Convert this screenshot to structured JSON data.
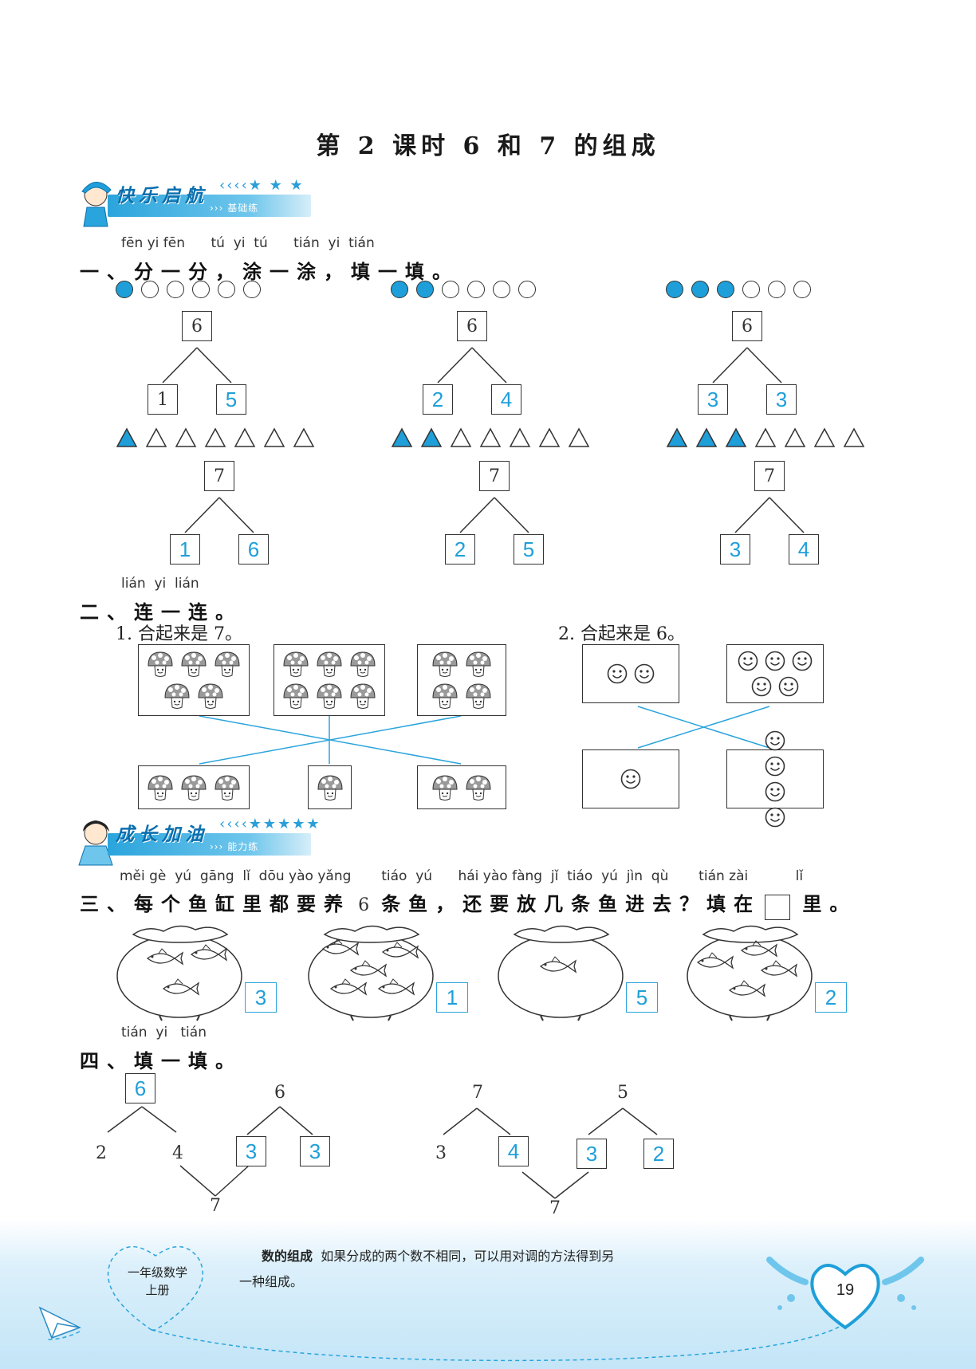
{
  "title": "第 2 课时    6 和 7 的组成",
  "banner1": {
    "title": "快乐启航",
    "stars": "‹‹‹‹★ ★ ★",
    "sub": "››› 基础练"
  },
  "banner2": {
    "title": "成长加油",
    "stars": "‹‹‹‹★★★★★",
    "sub": "››› 能力练"
  },
  "q1": {
    "pinyin": "fēn yi fēn      tú  yi  tú      tián  yi  tián",
    "heading": "一、分一分，涂一涂，填一填。",
    "six": {
      "total": "6",
      "groups": [
        {
          "filled": 1,
          "left": "1",
          "right": "5"
        },
        {
          "filled": 2,
          "left": "2",
          "right": "4"
        },
        {
          "filled": 3,
          "left": "3",
          "right": "3"
        }
      ]
    },
    "seven": {
      "total": "7",
      "groups": [
        {
          "filled": 1,
          "left": "1",
          "right": "6"
        },
        {
          "filled": 2,
          "left": "2",
          "right": "5"
        },
        {
          "filled": 3,
          "left": "3",
          "right": "4"
        }
      ]
    }
  },
  "q2": {
    "pinyin": "lián  yi  lián",
    "heading": "二、连一连。",
    "sub1": "1. 合起来是 7。",
    "sub2": "2. 合起来是 6。",
    "top_mushrooms": [
      5,
      6,
      4
    ],
    "bottom_mushrooms": [
      3,
      1,
      2
    ],
    "top_smileys": [
      2,
      5
    ],
    "bottom_smileys": [
      1,
      4
    ]
  },
  "q3": {
    "pinyin": "měi gè  yú  gāng  lǐ  dōu yào yǎng       tiáo  yú      hái yào fàng  jǐ  tiáo  yú  jìn  qù       tián zài           lǐ",
    "heading_a": "三、每个鱼缸里都要养",
    "heading_b": "6",
    "heading_c": "条鱼，还要放几条鱼进去？填在",
    "heading_d": "里。",
    "fishbowls": [
      {
        "fish": 3,
        "answer": "3"
      },
      {
        "fish": 5,
        "answer": "1"
      },
      {
        "fish": 1,
        "answer": "5"
      },
      {
        "fish": 4,
        "answer": "2"
      }
    ]
  },
  "q4": {
    "pinyin": "tián  yi   tián",
    "heading": "四、填一填。",
    "left": {
      "top_answer": "6",
      "a": "2",
      "b": "4",
      "mid_top": "6",
      "c": "3",
      "d": "3",
      "bottom": "7"
    },
    "right": {
      "top1": "7",
      "a": "3",
      "b": "4",
      "top2": "5",
      "c": "3",
      "d": "2",
      "bottom": "7"
    }
  },
  "footer": {
    "book_line1": "一年级数学",
    "book_line2": "上册",
    "hint_title": "数的组成",
    "hint_text1": "如果分成的两个数不相同，可以用对调的方法得到另",
    "hint_text2": "一种组成。",
    "page_number": "19"
  },
  "colors": {
    "accent": "#1e9fd9",
    "line": "#2aa4dc"
  }
}
